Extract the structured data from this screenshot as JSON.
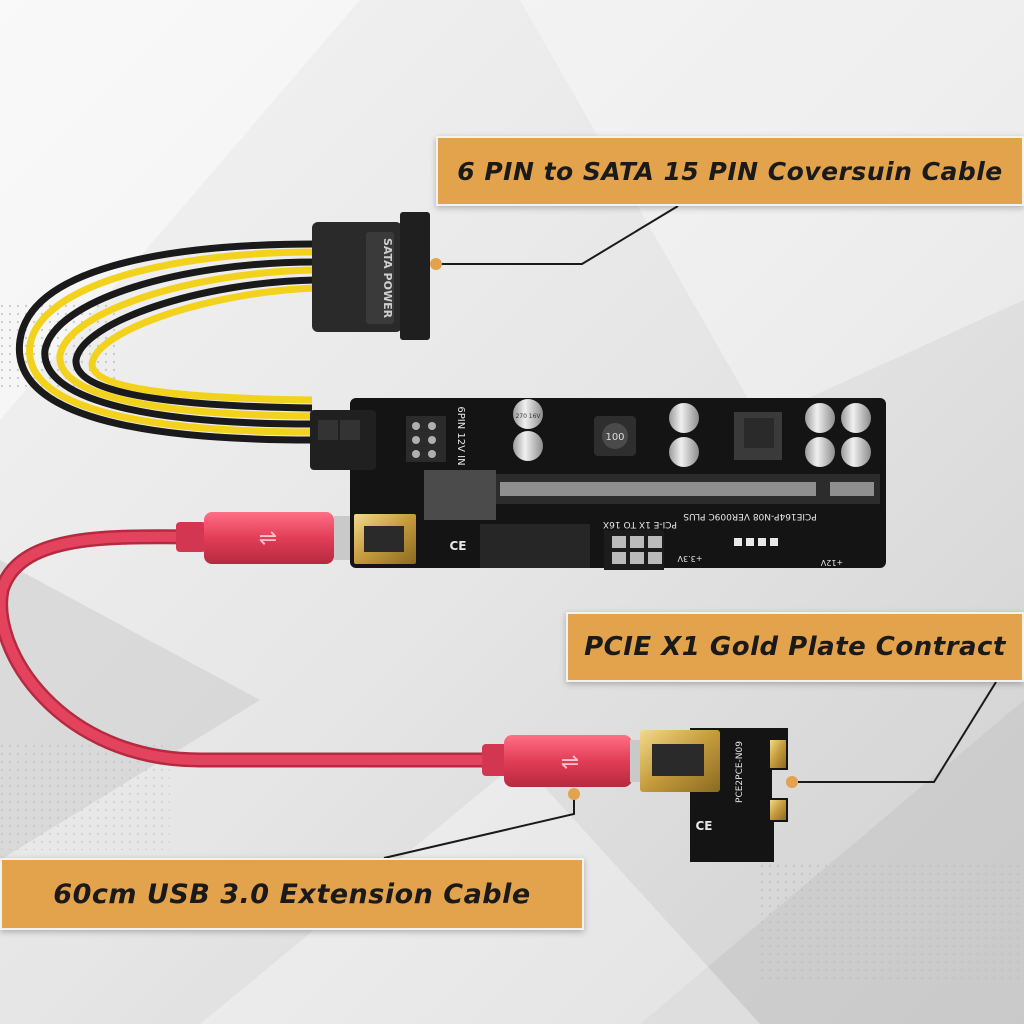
{
  "colors": {
    "banner": "#e3a24c",
    "background_light": "#f2f2f2",
    "background_dark": "#c8c8c8",
    "cable_red": "#e0405a",
    "board_black": "#151515",
    "gold": "#c9a24a",
    "wire_yellow": "#f3d21d"
  },
  "labels": {
    "sata_cable": "6 PIN to SATA 15 PIN Coversuin Cable",
    "pcie_contact": "PCIE X1 Gold Plate Contract",
    "usb_cable": "60cm USB 3.0 Extension Cable"
  },
  "board_text": {
    "sata_power": "SATA POWER",
    "pin_label": "6PIN 12V IN",
    "model": "PCIE164P-N08 VER009C PLUS",
    "slot": "PCI-E 1X TO 16X",
    "adapter_model": "PCE2PCE-N09",
    "voltage_33": "+3.3V",
    "voltage_12": "+12V",
    "inductor": "100",
    "cap_label": "270 16V",
    "mark_ce": "CE"
  }
}
